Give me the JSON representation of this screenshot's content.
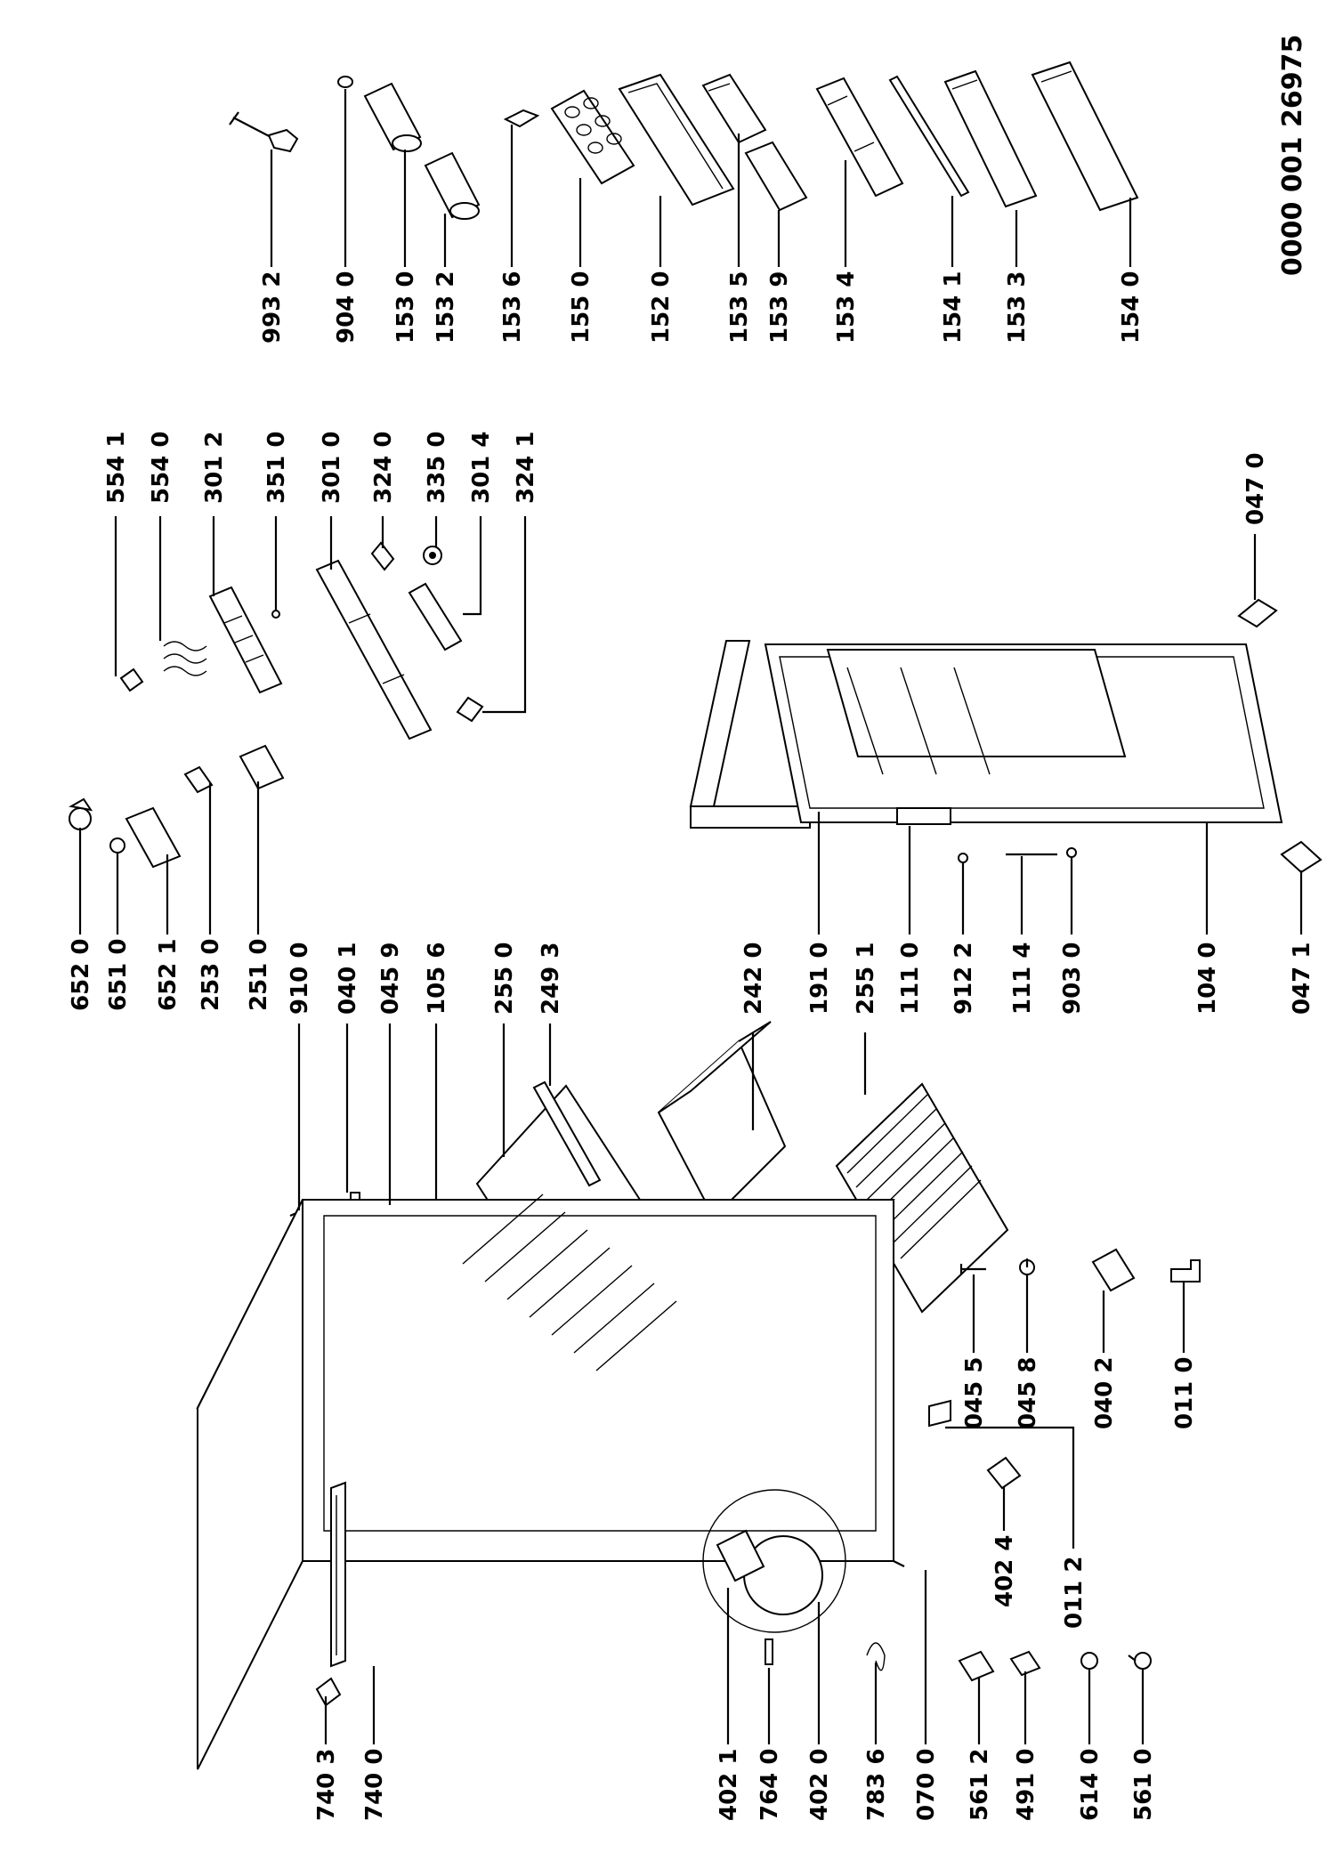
{
  "document": {
    "reference_number": "0000 001 26975",
    "colors": {
      "ink": "#000000",
      "paper": "#ffffff"
    }
  },
  "labels": [
    "993 2",
    "904 0",
    "153 0",
    "153 2",
    "153 6",
    "155 0",
    "152 0",
    "153 5",
    "153 9",
    "153 4",
    "154 1",
    "153 3",
    "154 0",
    "554 1",
    "554 0",
    "301 2",
    "351 0",
    "301 0",
    "324 0",
    "335 0",
    "301 4",
    "324 1",
    "652 0",
    "651 0",
    "652 1",
    "253 0",
    "251 0",
    "910 0",
    "040 1",
    "045 9",
    "105 6",
    "255 0",
    "249 3",
    "242 0",
    "191 0",
    "255 1",
    "111 0",
    "912 2",
    "111 4",
    "903 0",
    "104 0",
    "047 1",
    "047 0",
    "045 5",
    "045 8",
    "040 2",
    "011 0",
    "011 2",
    "402 4",
    "740 3",
    "740 0",
    "402 1",
    "764 0",
    "402 0",
    "783 6",
    "070 0",
    "561 2",
    "491 0",
    "614 0",
    "561 0"
  ]
}
